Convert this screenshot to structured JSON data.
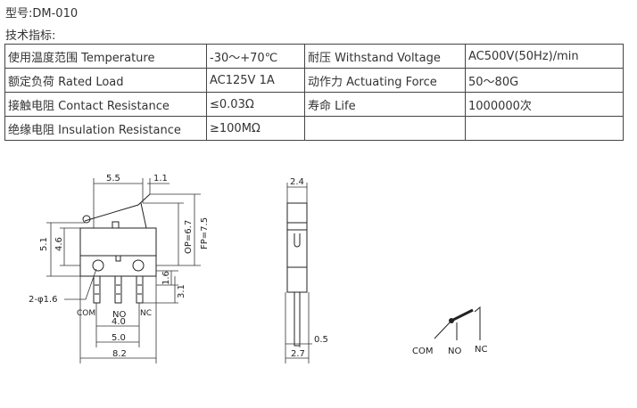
{
  "model_line": "型号:DM-010",
  "spec_heading": "技术指标:",
  "specs": [
    [
      "使用温度范围 Temperature",
      "-30～+70℃",
      "耐压 Withstand Voltage",
      "AC500V(50Hz)/min"
    ],
    [
      "额定负荷 Rated Load",
      "AC125V 1A",
      "动作力 Actuating Force",
      "50～80G"
    ],
    [
      "接触电阻 Contact Resistance",
      "≤0.03Ω",
      "寿命 Life",
      "1000000次"
    ],
    [
      "绝缘电阻 Insulation Resistance",
      "≥100MΩ",
      "",
      ""
    ]
  ],
  "front_view": {
    "dims": {
      "top_width": "5.5",
      "lever_tip": "1.1",
      "overall_height": "5.1",
      "body_height": "4.6",
      "op": "OP=6.7",
      "fp": "FP=7.5",
      "terminal_len": "3.1",
      "terminal_gap": "1.6",
      "hole": "2-φ1.6",
      "pin_pitch": "4.0",
      "pin_span": "5.0",
      "body_width": "8.2"
    },
    "pin_labels": [
      "COM",
      "NO",
      "NC"
    ]
  },
  "side_view": {
    "dims": {
      "width_top": "2.4",
      "terminal_thickness": "0.5",
      "width_bottom": "2.7"
    }
  },
  "schematic": {
    "labels": [
      "COM",
      "NO",
      "NC"
    ]
  }
}
